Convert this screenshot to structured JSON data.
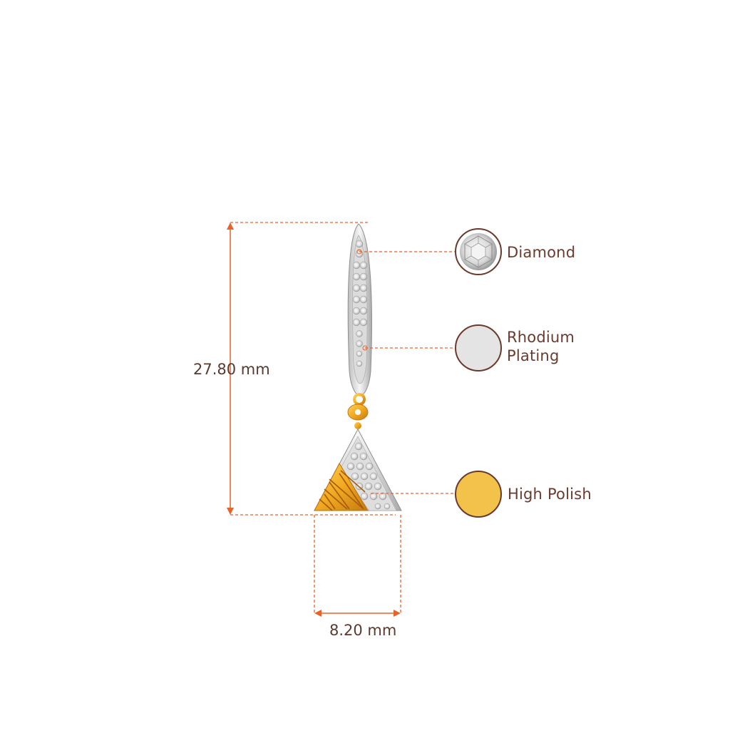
{
  "dimensions": {
    "height_label": "27.80 mm",
    "width_label": "8.20 mm"
  },
  "features": [
    {
      "label": "Diamond"
    },
    {
      "label_line1": "Rhodium",
      "label_line2": "Plating"
    },
    {
      "label": "High Polish"
    }
  ],
  "colors": {
    "dimension_line": "#e8632b",
    "label_text": "#6b3a2e",
    "swatch_border": "#6b3a2e",
    "rhodium": "#e4e4e4",
    "gold": "#f3c24b",
    "white_gold": "#e9e9e9"
  }
}
